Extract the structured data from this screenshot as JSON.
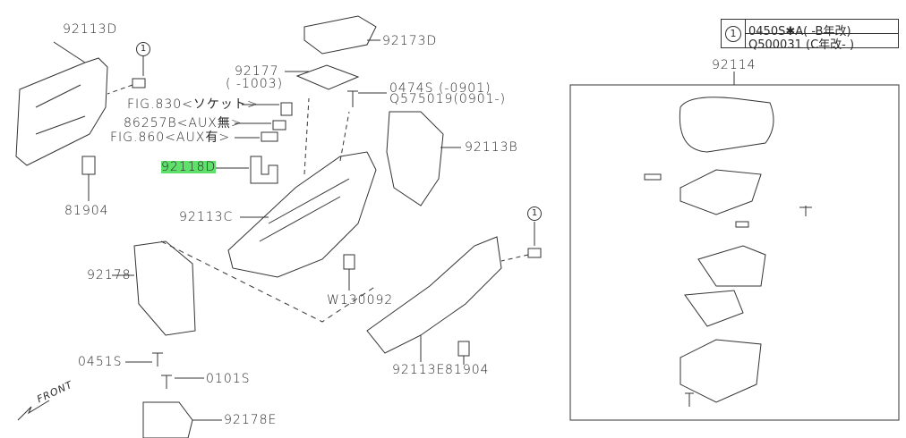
{
  "note_table": {
    "ref": "1",
    "rows": [
      "0450S✱A( -B年改)",
      "Q500031 (C年改- )"
    ]
  },
  "callouts": {
    "ref_left": "1",
    "ref_right": "1"
  },
  "labels": {
    "p92113D": "92113D",
    "p92173D": "92173D",
    "p92177": "92177",
    "p92177_note": "( -1003)",
    "p0474S": "0474S   (-0901)",
    "pQ575019": "Q575019(0901-)",
    "fig830": "FIG.830<ソケット>",
    "p86257B": "86257B<AUX無>",
    "fig860": "FIG.860<AUX有>",
    "p92113B": "92113B",
    "p92118D": "92118D",
    "p81904_top": "81904",
    "p92113C": "92113C",
    "p92178": "92178",
    "pW130092": "W130092",
    "p0451S": "0451S",
    "p0101S": "0101S",
    "p92113E": "92113E",
    "p81904_bottom": "81904",
    "p92178E": "92178E",
    "p92114": "92114",
    "front": "FRONT"
  },
  "highlight_color": "#5fe06a"
}
